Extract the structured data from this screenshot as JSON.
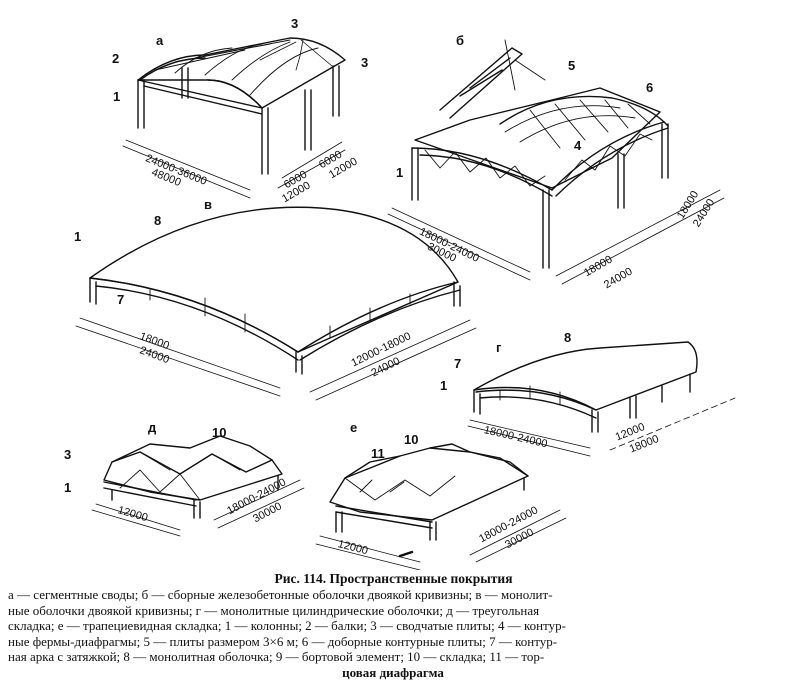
{
  "figure": {
    "title": "Рис. 114. Пространственные покрытия",
    "caption_lines": [
      "а — сегментные своды;  б — сборные железобетонные оболочки двоякой кривизны;  в — монолит-",
      "ные оболочки двоякой кривизны;  г — монолитные цилиндрические оболочки;  д — треугольная",
      "складка;  е — трапециевидная складка;  1 — колонны;  2 — балки;  3 — сводчатые плиты;  4 — контур-",
      "ные фермы-диафрагмы;  5 — плиты размером 3×6 м;  6 — доборные контурные плиты;  7 — контур-",
      "ная арка с затяжкой;  8 — монолитная оболочка;  9 — бортовой элемент;  10 — складка;  11 — тор-",
      "цовая диафрагма"
    ]
  },
  "panels": {
    "a": {
      "letter": "а",
      "labels": [
        "1",
        "2",
        "3",
        "3"
      ],
      "dims": [
        "24000-36000",
        "48000",
        "6000",
        "12000",
        "6000",
        "12000"
      ]
    },
    "b": {
      "letter": "б",
      "labels": [
        "5",
        "6",
        "4",
        "1"
      ],
      "dims": [
        "18000-24000",
        "30000",
        "18000",
        "24000",
        "18000",
        "24000"
      ]
    },
    "v": {
      "letter": "в",
      "labels": [
        "8",
        "1",
        "7"
      ],
      "dims": [
        "18000",
        "24000",
        "12000-18000",
        "24000"
      ]
    },
    "g": {
      "letter": "г",
      "labels": [
        "8",
        "7",
        "1"
      ],
      "dims": [
        "18000-24000",
        "12000",
        "18000"
      ]
    },
    "d": {
      "letter": "д",
      "labels": [
        "10",
        "3",
        "1"
      ],
      "dims": [
        "12000",
        "18000-24000",
        "30000"
      ]
    },
    "e": {
      "letter": "е",
      "labels": [
        "11",
        "10"
      ],
      "dims": [
        "12000",
        "18000-24000",
        "30000"
      ]
    }
  }
}
